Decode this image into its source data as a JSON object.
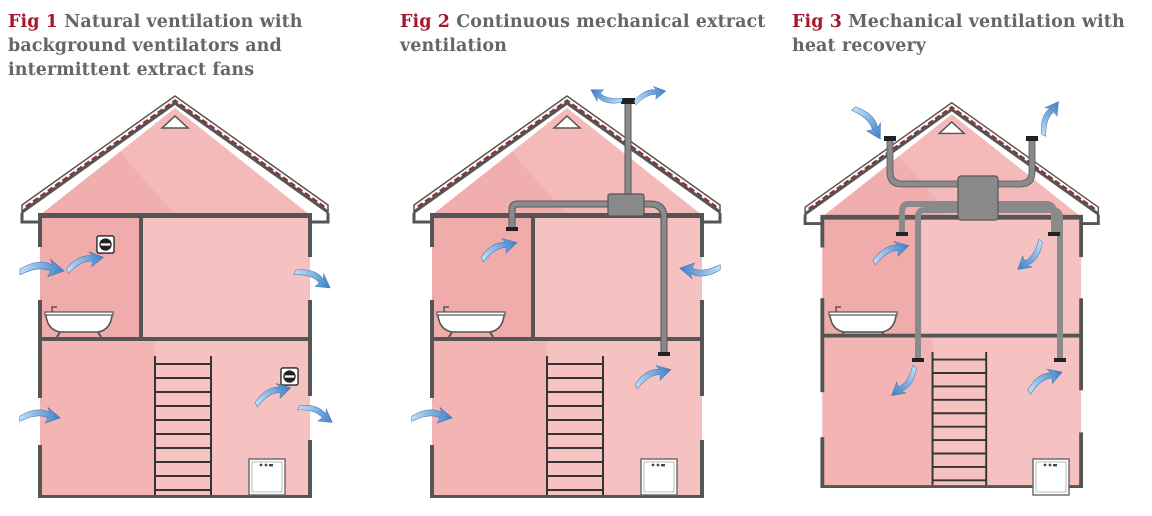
{
  "figures": [
    {
      "number": "Fig 1",
      "title": "Natural ventilation with background ventilators and intermittent extract fans"
    },
    {
      "number": "Fig 2",
      "title": "Continuous mechanical extract ventilation"
    },
    {
      "number": "Fig 3",
      "title": "Mechanical ventilation with heat recovery"
    }
  ],
  "colors": {
    "wall": "#f6c1c1",
    "wall_dark": "#f0a8a8",
    "outline": "#5a5a5a",
    "roof_tile": "#9e2a2a",
    "duct": "#8a8a8a",
    "arrow": "#4a86c8",
    "arrow_light": "#8cc3ec",
    "caption_number": "#a8152b",
    "caption_text": "#666666"
  },
  "icons": [
    "extract-fan-icon",
    "bathtub-icon",
    "staircase-icon",
    "boiler-icon",
    "heat-recovery-unit-icon",
    "airflow-arrow-icon"
  ]
}
